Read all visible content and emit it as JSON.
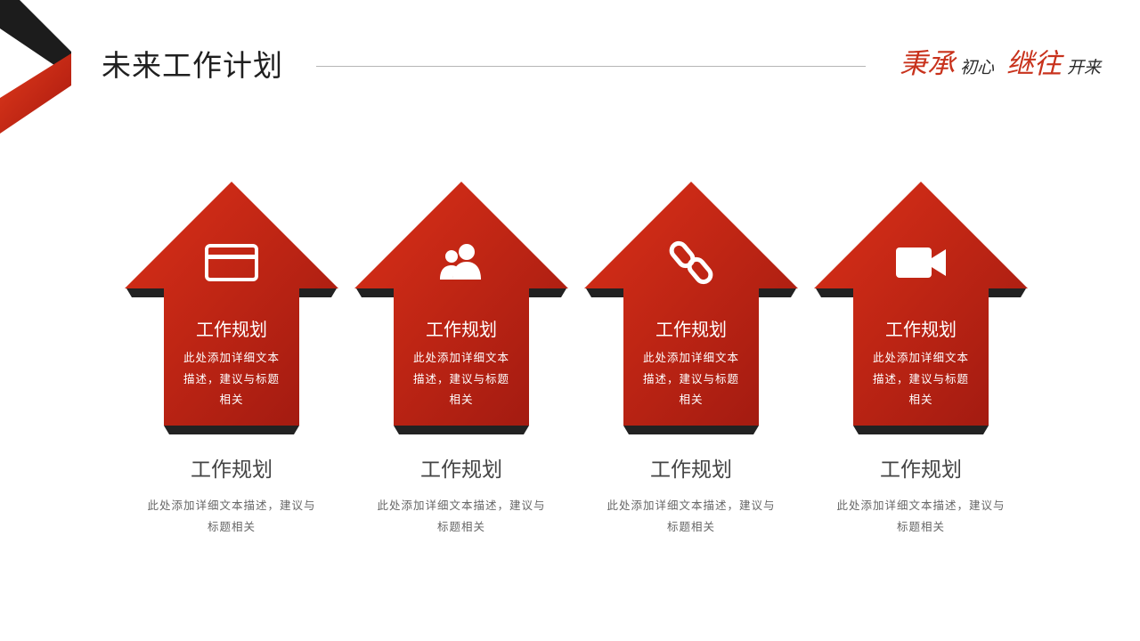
{
  "header": {
    "title": "未来工作计划",
    "slogan": {
      "word1": "秉承",
      "word2": "初心",
      "word3": "继往",
      "word4": "开来"
    }
  },
  "colors": {
    "accent_red": "#c8321c",
    "arrow_top": "#db3018",
    "arrow_bottom": "#9e1910",
    "shadow": "#222222"
  },
  "cards": [
    {
      "icon": "credit-card-icon",
      "inner_title": "工作规划",
      "inner_desc": "此处添加详细文本描述，建议与标题相关",
      "title": "工作规划",
      "desc": "此处添加详细文本描述，建议与标题相关"
    },
    {
      "icon": "users-icon",
      "inner_title": "工作规划",
      "inner_desc": "此处添加详细文本描述，建议与标题相关",
      "title": "工作规划",
      "desc": "此处添加详细文本描述，建议与标题相关"
    },
    {
      "icon": "link-icon",
      "inner_title": "工作规划",
      "inner_desc": "此处添加详细文本描述，建议与标题相关",
      "title": "工作规划",
      "desc": "此处添加详细文本描述，建议与标题相关"
    },
    {
      "icon": "video-camera-icon",
      "inner_title": "工作规划",
      "inner_desc": "此处添加详细文本描述，建议与标题相关",
      "title": "工作规划",
      "desc": "此处添加详细文本描述，建议与标题相关"
    }
  ]
}
